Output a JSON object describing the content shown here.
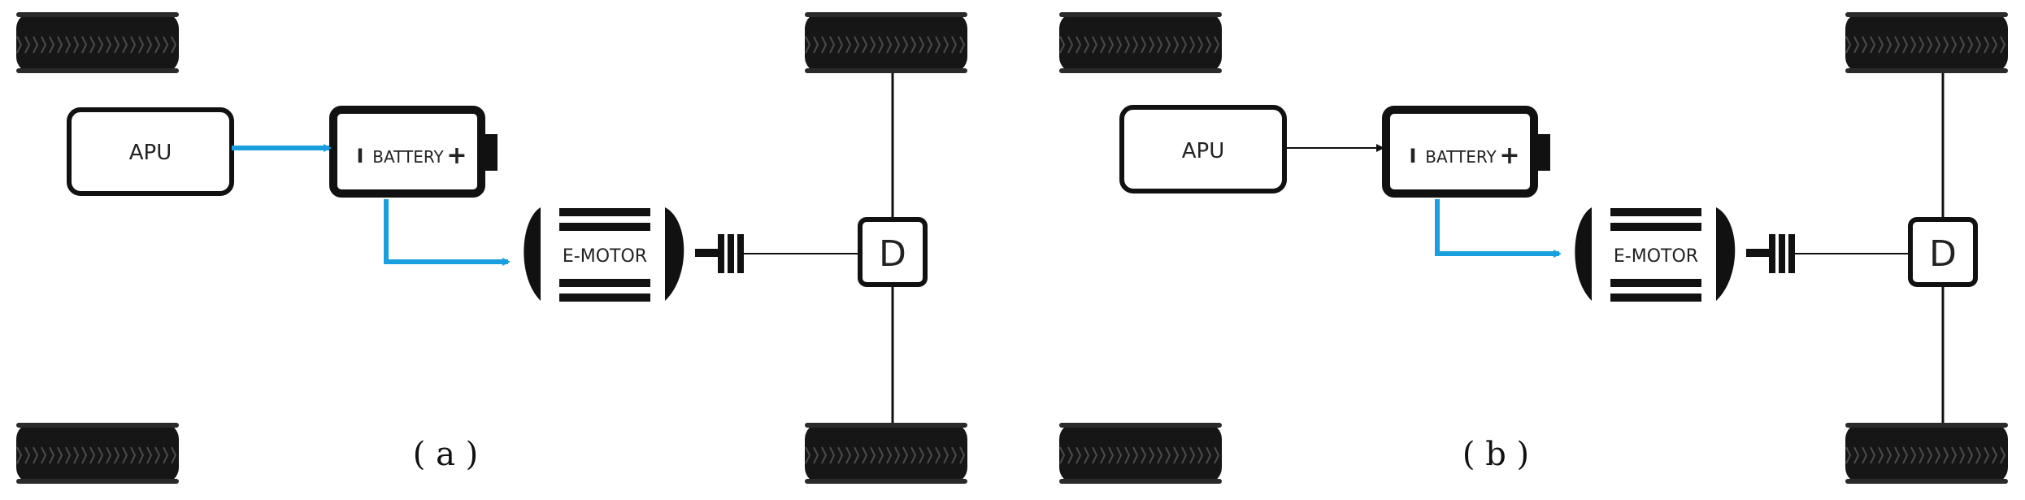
{
  "colors": {
    "flow_arrow": "#1a9fde",
    "line": "#111111",
    "tire": "#161616",
    "tread": "#4a4a4a"
  },
  "panels": [
    {
      "id": "a",
      "caption": "( a )",
      "apu_label": "APU",
      "battery_minus": "I",
      "battery_label": "BATTERY",
      "battery_plus": "+",
      "motor_label": "E-MOTOR",
      "diff_label": "D",
      "apu_to_battery_active": true,
      "battery_to_motor_active": true
    },
    {
      "id": "b",
      "caption": "( b )",
      "apu_label": "APU",
      "battery_minus": "I",
      "battery_label": "BATTERY",
      "battery_plus": "+",
      "motor_label": "E-MOTOR",
      "diff_label": "D",
      "apu_to_battery_active": false,
      "battery_to_motor_active": true
    }
  ]
}
